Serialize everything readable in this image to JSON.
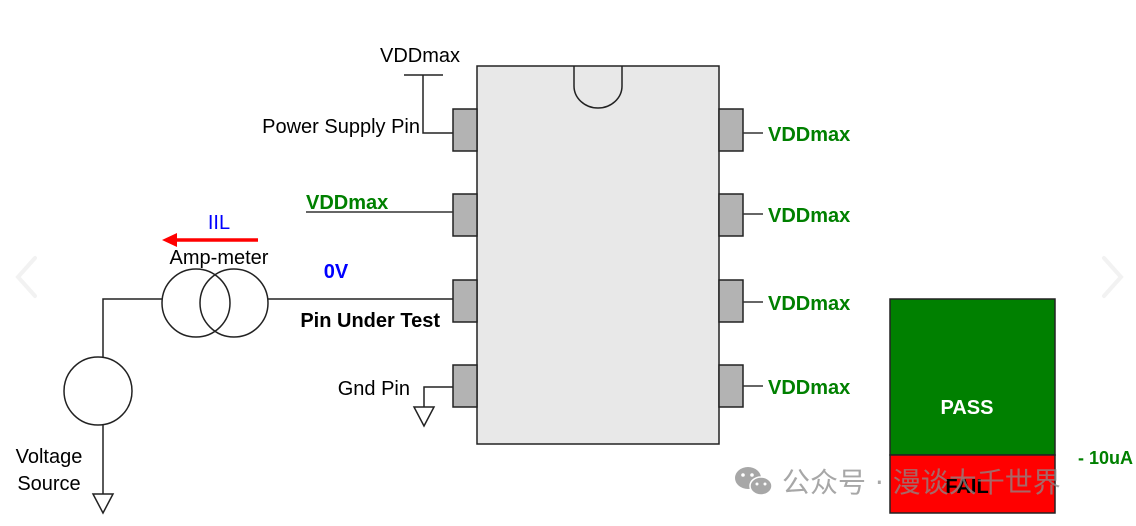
{
  "diagram": {
    "title": "IIL input leakage current test setup",
    "chip": {
      "left_pins": [
        {
          "label": "Power Supply Pin",
          "net": "VDDmax"
        },
        {
          "label": "",
          "net": "VDDmax"
        },
        {
          "label": "Pin Under Test",
          "net": "0V"
        },
        {
          "label": "Gnd Pin",
          "net": "GND"
        }
      ],
      "right_pins": [
        {
          "net": "VDDmax"
        },
        {
          "net": "VDDmax"
        },
        {
          "net": "VDDmax"
        },
        {
          "net": "VDDmax"
        }
      ]
    },
    "labels": {
      "power_supply_net": "VDDmax",
      "power_supply_pin": "Power Supply Pin",
      "pin2_net": "VDDmax",
      "pin_under_test": "Pin Under Test",
      "pin_under_test_voltage": "0V",
      "gnd_pin": "Gnd Pin",
      "current": "IIL",
      "ammeter": "Amp-meter",
      "voltage_source_line1": "Voltage",
      "voltage_source_line2": "Source",
      "right_pin_1": "VDDmax",
      "right_pin_2": "VDDmax",
      "right_pin_3": "VDDmax",
      "right_pin_4": "VDDmax"
    },
    "result_bar": {
      "pass_label": "PASS",
      "fail_label": "FAIL",
      "threshold_label": "- 10uA"
    },
    "colors": {
      "pin_green": "#008000",
      "voltage_blue": "#0000ff",
      "current_arrow": "#ff0000",
      "pass": "#008000",
      "fail": "#ff0000",
      "chip_body": "#e8e8e8",
      "pin_fill": "#b3b3b3"
    }
  },
  "watermark": {
    "text": "公众号 · 漫谈大千世界"
  }
}
